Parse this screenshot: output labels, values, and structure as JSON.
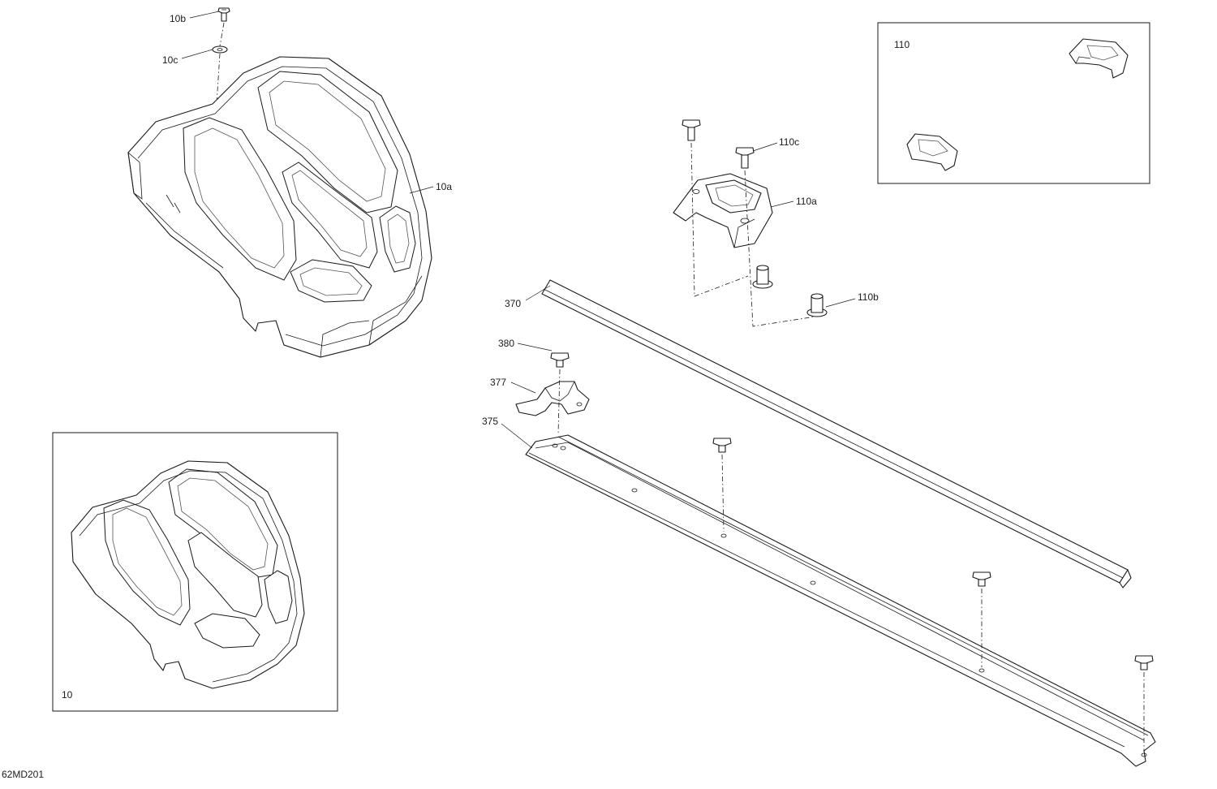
{
  "diagram": {
    "drawing_id": "62MD201",
    "callouts": {
      "c10b": "10b",
      "c10c": "10c",
      "c10a": "10a",
      "c10": "10",
      "c110": "110",
      "c110c": "110c",
      "c110a": "110a",
      "c110b": "110b",
      "c370": "370",
      "c380": "380",
      "c377": "377",
      "c375": "375"
    }
  }
}
